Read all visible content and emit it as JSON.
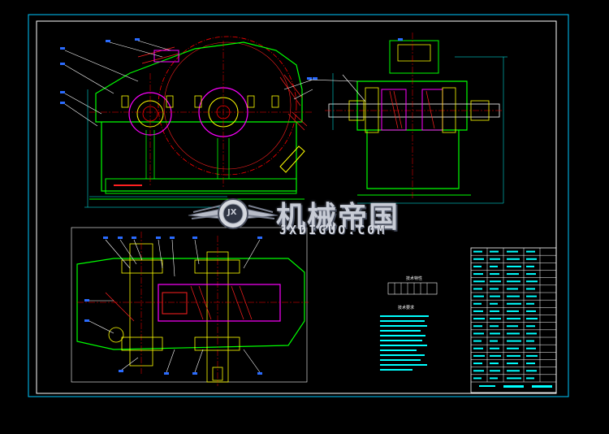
{
  "watermark": {
    "brand_cn": "机械帝国",
    "brand_url": "JXDIGUO.COM",
    "logo_letters": "JX"
  },
  "colors": {
    "background": "#000000",
    "frame": "#00c8ff",
    "outline": "#00ff00",
    "hatch": "#ff2020",
    "leader": "#ffffff",
    "center": "#ff0000",
    "dim": "#00ffff",
    "part": "#ff00ff",
    "accent": "#ffff00",
    "label_blue": "#2a6bff"
  },
  "notes": {
    "tech_char_title": "技术特性",
    "tech_req_title": "技术要求"
  },
  "title_block": {
    "rows": 18
  }
}
